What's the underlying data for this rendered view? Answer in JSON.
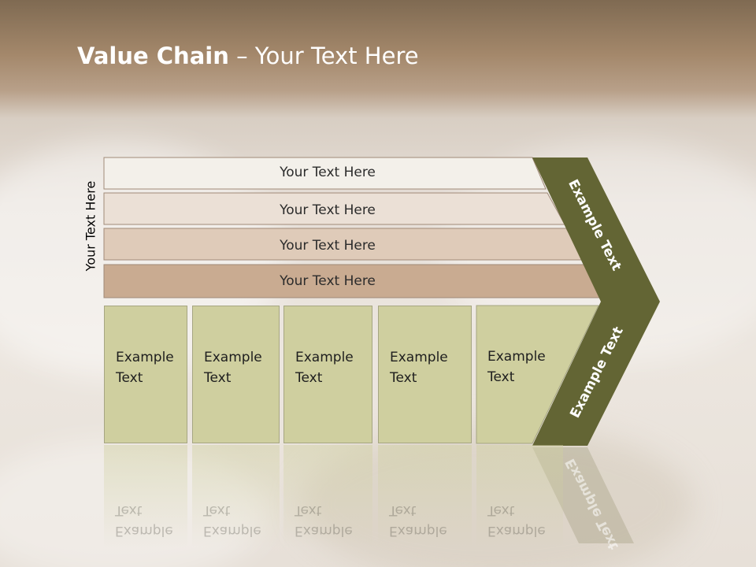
{
  "title": {
    "bold": "Value Chain",
    "rest": " – Your Text Here"
  },
  "side_label": "Your Text Here",
  "bands": [
    {
      "label": "Your Text Here",
      "color": "#f3f0ea"
    },
    {
      "label": "Your Text Here",
      "color": "#ebe0d6"
    },
    {
      "label": "Your Text Here",
      "color": "#dfcbb9"
    },
    {
      "label": "Your Text Here",
      "color": "#c9ab91"
    }
  ],
  "boxes": [
    {
      "label": "Example\nText"
    },
    {
      "label": "Example\nText"
    },
    {
      "label": "Example\nText"
    },
    {
      "label": "Example\nText"
    },
    {
      "label": "Example\nText"
    }
  ],
  "chevron": {
    "upper_label": "Example Text",
    "lower_label": "Example Text",
    "color": "#636534"
  },
  "colors": {
    "box_fill": "#cfcf9f",
    "band_border": "#a08a78"
  }
}
